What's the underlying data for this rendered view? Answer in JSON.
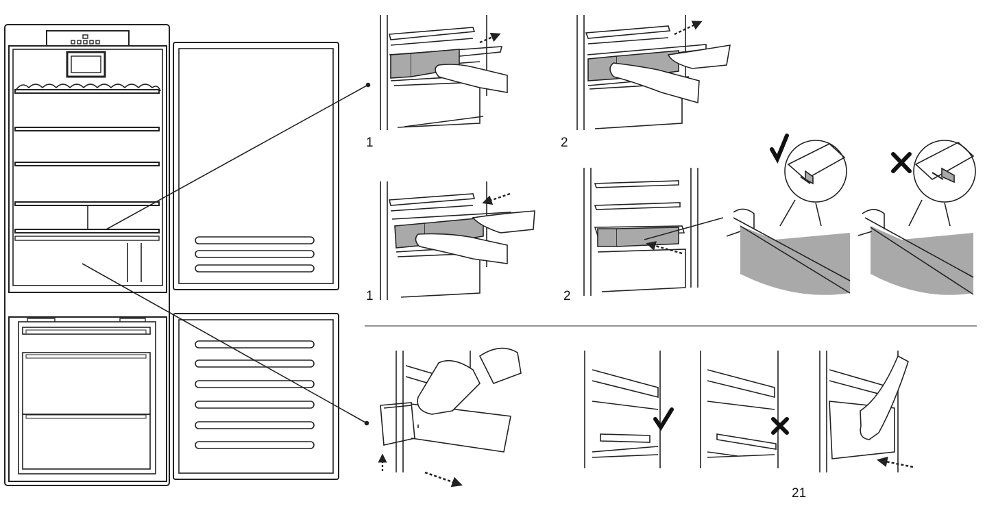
{
  "labels": {
    "top_left_step": "1",
    "top_right_step": "2",
    "mid_left_step": "1",
    "mid_right_step": "2"
  },
  "page_number": "21",
  "marks": {
    "correct": "check-icon",
    "incorrect": "cross-icon"
  },
  "colors": {
    "line": "#222222",
    "glass": "#a9a9a9",
    "background": "#ffffff"
  }
}
